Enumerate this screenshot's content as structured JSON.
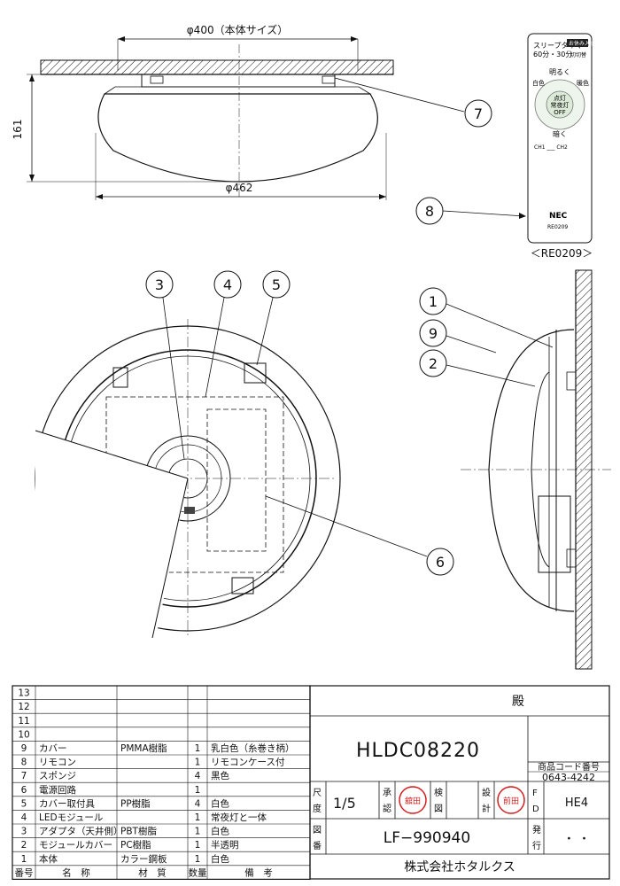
{
  "top_view": {
    "dim_body": "φ400（本体サイズ）",
    "dim_outer": "φ462",
    "dim_height": "161"
  },
  "remote": {
    "label": "＜RE0209＞",
    "timer_title": "スリープタイマー",
    "timer_values": "60分・30分",
    "tag": "お休み入切",
    "tag2": "切切替",
    "brighter": "明るく",
    "white": "白色",
    "warm": "暖色",
    "center_line1": "点灯",
    "center_line2": "常夜灯",
    "center_line3": "OFF",
    "darker": "暗く",
    "ch": "CH1 ___ CH2",
    "brand": "NEC",
    "model": "RE0209"
  },
  "callouts": [
    "1",
    "2",
    "3",
    "4",
    "5",
    "6",
    "7",
    "8",
    "9"
  ],
  "parts": {
    "header": {
      "no": "番号",
      "name": "名　称",
      "material": "材　質",
      "qty": "数量",
      "note": "備　考"
    },
    "rows": [
      {
        "no": "13",
        "name": "",
        "material": "",
        "qty": "",
        "note": ""
      },
      {
        "no": "12",
        "name": "",
        "material": "",
        "qty": "",
        "note": ""
      },
      {
        "no": "11",
        "name": "",
        "material": "",
        "qty": "",
        "note": ""
      },
      {
        "no": "10",
        "name": "",
        "material": "",
        "qty": "",
        "note": ""
      },
      {
        "no": "9",
        "name": "カバー",
        "material": "PMMA樹脂",
        "qty": "1",
        "note": "乳白色（糸巻き柄）"
      },
      {
        "no": "8",
        "name": "リモコン",
        "material": "",
        "qty": "1",
        "note": "リモコンケース付"
      },
      {
        "no": "7",
        "name": "スポンジ",
        "material": "",
        "qty": "4",
        "note": "黒色"
      },
      {
        "no": "6",
        "name": "電源回路",
        "material": "",
        "qty": "1",
        "note": ""
      },
      {
        "no": "5",
        "name": "カバー取付具",
        "material": "PP樹脂",
        "qty": "4",
        "note": "白色"
      },
      {
        "no": "4",
        "name": "LEDモジュール",
        "material": "",
        "qty": "1",
        "note": "常夜灯と一体"
      },
      {
        "no": "3",
        "name": "アダプタ（天井側）",
        "material": "PBT樹脂",
        "qty": "1",
        "note": "白色"
      },
      {
        "no": "2",
        "name": "モジュールカバー",
        "material": "PC樹脂",
        "qty": "1",
        "note": "半透明"
      },
      {
        "no": "1",
        "name": "本体",
        "material": "カラー鋼板",
        "qty": "1",
        "note": "白色"
      }
    ]
  },
  "title_block": {
    "customer_suffix": "殿",
    "product_name": "HLDC08220",
    "product_code_label": "商品コード番号",
    "product_code": "0643-4242",
    "scale_label_1": "尺",
    "scale_label_2": "度",
    "scale": "1/5",
    "approve_1": "承",
    "approve_2": "認",
    "approve_stamp": "舘田",
    "check_1": "検",
    "check_2": "図",
    "design_1": "設",
    "design_2": "計",
    "design_stamp": "前田",
    "fd_1": "F",
    "fd_2": "D",
    "fd_value": "HE4",
    "drawing_label_1": "図",
    "drawing_label_2": "番",
    "drawing_no": "LF−990940",
    "issue_1": "発",
    "issue_2": "行",
    "issue_value": "・ ・",
    "company": "株式会社ホタルクス"
  },
  "colors": {
    "line": "#111111",
    "stamp": "#d21f1f"
  }
}
